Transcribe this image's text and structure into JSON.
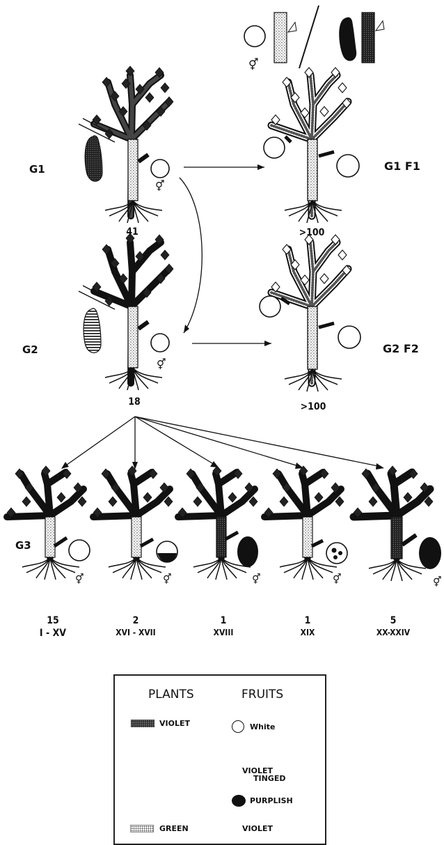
{
  "generations": {
    "g1": "G1",
    "g1f1": "G1  F1",
    "g2": "G2",
    "g2f2": "G2  F2",
    "g3": "G3"
  },
  "counts": {
    "g1": "41",
    "g1f1": ">100",
    "g2": "18",
    "g2f2": ">100",
    "g3_a": "15",
    "g3_b": "2",
    "g3_c": "1",
    "g3_d": "1",
    "g3_e": "5"
  },
  "ranges": {
    "g3_a": "I - XV",
    "g3_b": "XVI - XVII",
    "g3_c": "XVIII",
    "g3_d": "XIX",
    "g3_e": "XX-XXIV"
  },
  "legend": {
    "plants_header": "PLANTS",
    "fruits_header": "FRUITS",
    "plant_violet": "VIOLET",
    "plant_green": "GREEN",
    "fruit_white": "White",
    "fruit_violet_tinged_1": "VIOLET",
    "fruit_violet_tinged_2": "TINGED",
    "fruit_purplish": "PURPLISH",
    "fruit_violet": "VIOLET"
  },
  "colors": {
    "ink": "#111111",
    "violet_plant": "#333333",
    "green_plant": "#ffffff"
  }
}
